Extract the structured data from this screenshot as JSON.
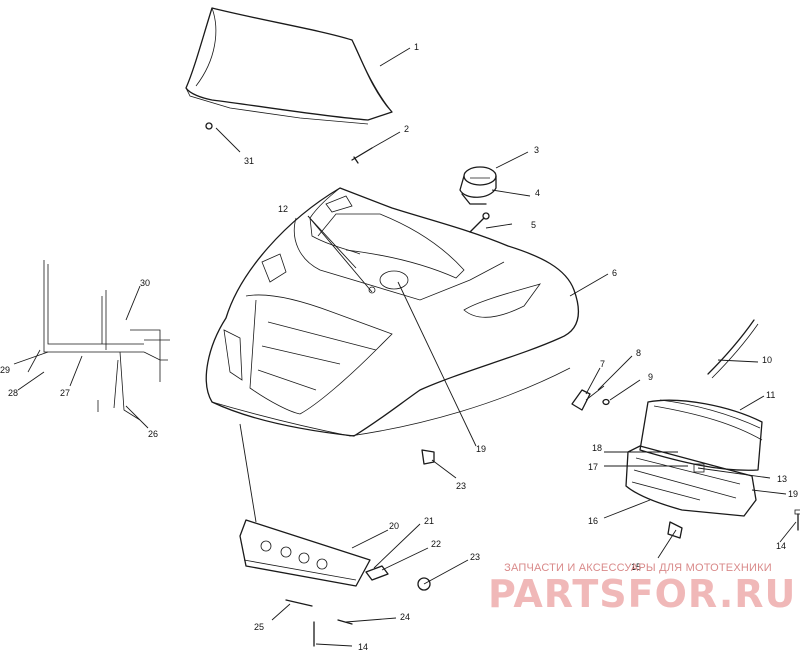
{
  "callouts": [
    "1",
    "2",
    "3",
    "4",
    "5",
    "6",
    "7",
    "8",
    "9",
    "10",
    "11",
    "12",
    "13",
    "14",
    "14",
    "15",
    "16",
    "17",
    "18",
    "19",
    "19",
    "20",
    "21",
    "22",
    "23",
    "23",
    "24",
    "25",
    "26",
    "27",
    "28",
    "29",
    "30",
    "31"
  ],
  "watermark": {
    "subtitle": "ЗАПЧАСТИ И АКСЕССУАРЫ ДЛЯ МОТОТЕХНИКИ",
    "brand": "PARTSFOR.RU"
  }
}
